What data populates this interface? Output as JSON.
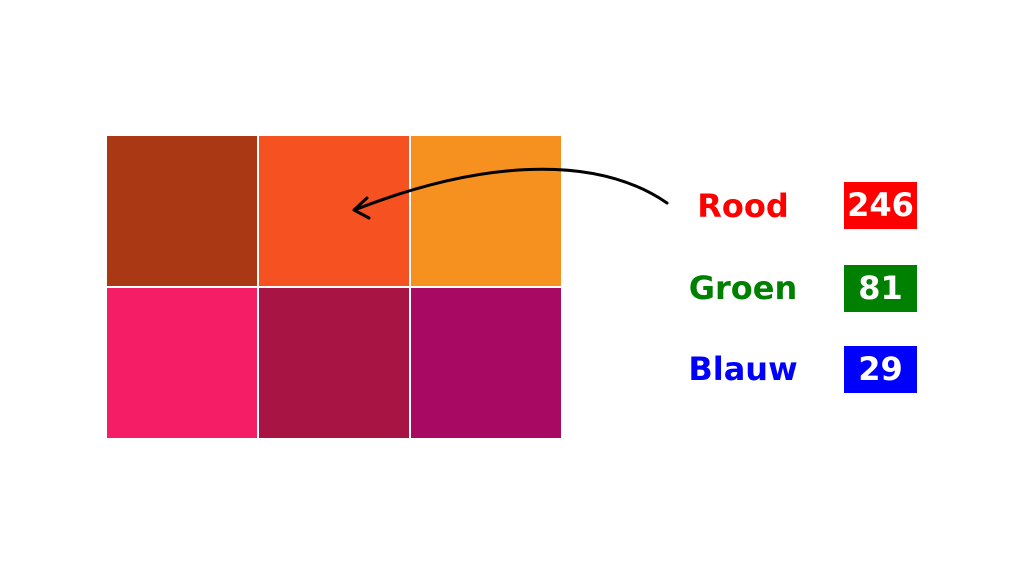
{
  "swatches": [
    {
      "id": "dark-rust",
      "color": "#AA3814"
    },
    {
      "id": "orange-red",
      "color": "#F65121"
    },
    {
      "id": "orange",
      "color": "#F6911F"
    },
    {
      "id": "pink",
      "color": "#F51D66"
    },
    {
      "id": "crimson",
      "color": "#A81545"
    },
    {
      "id": "magenta",
      "color": "#A80962"
    }
  ],
  "channels": [
    {
      "label": "Rood",
      "value": "246",
      "color": "#FF0000"
    },
    {
      "label": "Groen",
      "value": "81",
      "color": "#008000"
    },
    {
      "label": "Blauw",
      "value": "29",
      "color": "#0000FF"
    }
  ],
  "arrow": {
    "icon": "curved-arrow-icon",
    "color": "#000000",
    "target_swatch": "orange-red"
  }
}
